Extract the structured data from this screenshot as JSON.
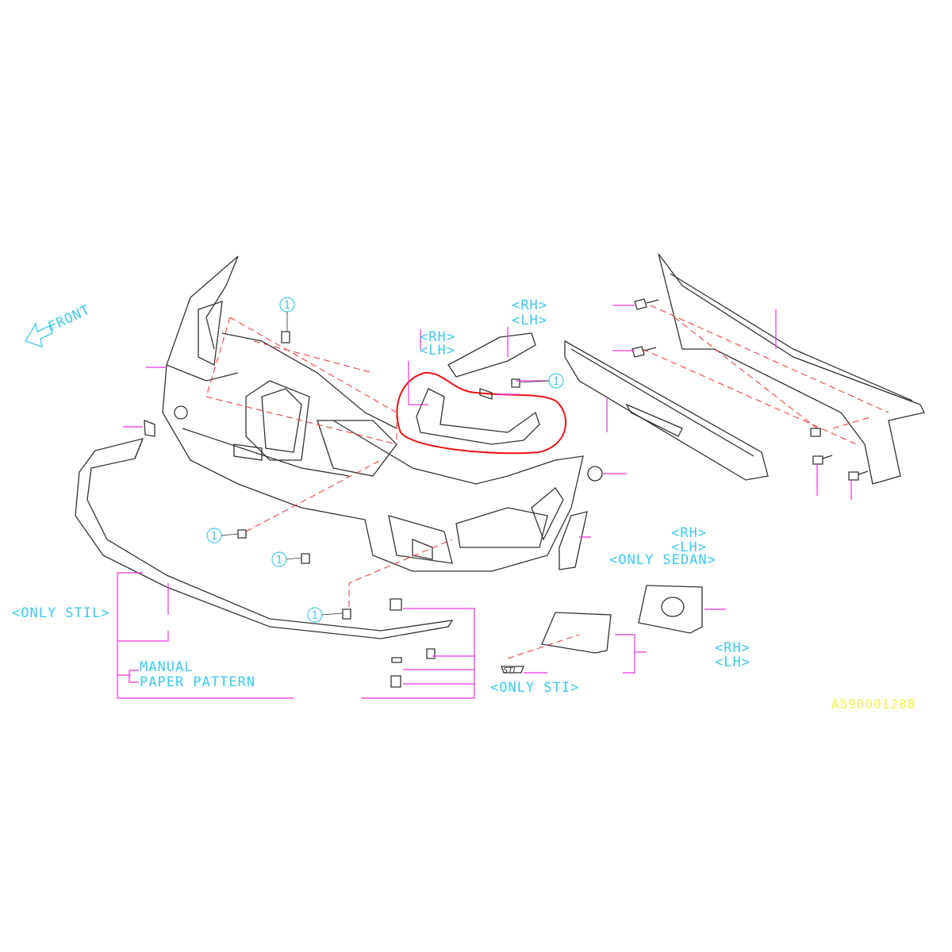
{
  "diagram": {
    "direction_label": "FRONT",
    "callout_number": "1",
    "labels": {
      "rh_lh_top_right": [
        "<RH>",
        "<LH>"
      ],
      "rh_lh_center": [
        "<RH>",
        "<LH>"
      ],
      "rh_lh_sedan": [
        "<RH>",
        "<LH>",
        "<ONLY SEDAN>"
      ],
      "rh_lh_foglamp": [
        "<RH>",
        "<LH>"
      ],
      "only_stil": "<ONLY STIL>",
      "manual": "MANUAL",
      "paper_pattern": "PAPER PATTERN",
      "only_sti": "<ONLY STI>",
      "emblem": "STI"
    },
    "drawing_code": "A590001288",
    "colors": {
      "label": "#3cc8f0",
      "leader": "#ee33dd",
      "dashed": "#ee3030",
      "highlight": "#ee1111",
      "code": "#f4f04a"
    }
  }
}
